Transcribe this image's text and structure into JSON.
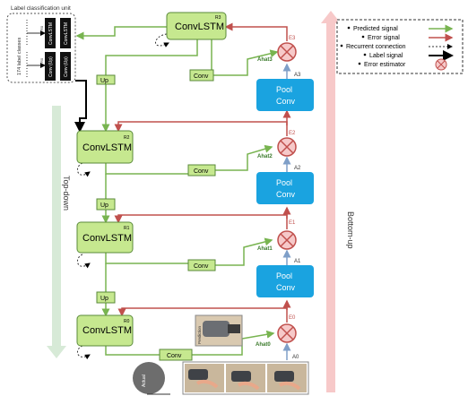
{
  "label_unit": {
    "title": "Label classification unit",
    "classes_text": "174 label classes",
    "blocks": [
      "ConvLSTM",
      "ConvLSTM",
      "Conv (Up)",
      "Conv (Up)"
    ],
    "small_labels": [
      "R0",
      "R0"
    ]
  },
  "convlstm": [
    {
      "label": "ConvLSTM",
      "state": "R3"
    },
    {
      "label": "ConvLSTM",
      "state": "R2"
    },
    {
      "label": "ConvLSTM",
      "state": "R1"
    },
    {
      "label": "ConvLSTM",
      "state": "R0"
    }
  ],
  "pool_conv": [
    {
      "label_line1": "Pool",
      "label_line2": "Conv",
      "a_label": "A3"
    },
    {
      "label_line1": "Pool",
      "label_line2": "Conv",
      "a_label": "A2"
    },
    {
      "label_line1": "Pool",
      "label_line2": "Conv",
      "a_label": "A1"
    }
  ],
  "a0_label": "A0",
  "errors": [
    "E3",
    "E2",
    "E1",
    "E0"
  ],
  "ahats": [
    "Ahat3",
    "Ahat2",
    "Ahat1",
    "Ahat0"
  ],
  "conv_label": "Conv",
  "up_label": "Up",
  "top_down_label": "Top-down",
  "bottom_up_label": "Bottom-up",
  "prediction_label": "Prediction",
  "actual_label": "Actual",
  "legend": {
    "items": [
      "Predicted signal",
      "Error signal",
      "Recurrent connection",
      "Label signal",
      "Error estimator"
    ]
  },
  "colors": {
    "green": "#78b450",
    "red": "#c0504d",
    "block_green": "#c6e88f",
    "pool_blue": "#1aa3e0",
    "error_fill": "#f6c9c9",
    "topdown_arrow": "#d7ead7",
    "bottomup_arrow": "#f7c9c9"
  }
}
